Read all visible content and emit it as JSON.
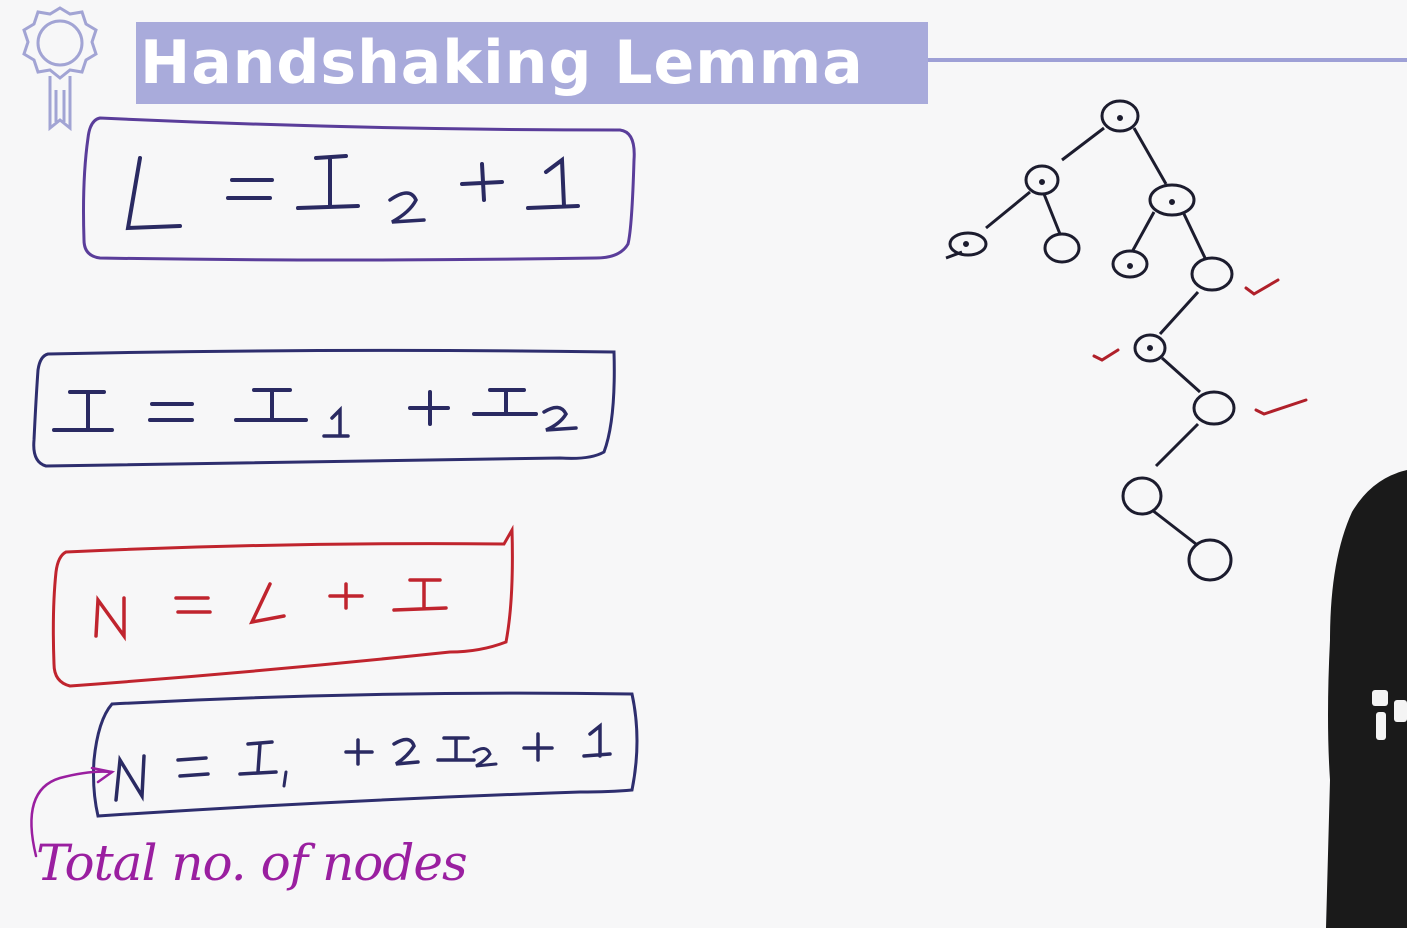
{
  "lesson": {
    "title": "Handshaking Lemma"
  },
  "formulas": [
    {
      "id": "leaves",
      "lhs": "L",
      "op": "=",
      "terms": [
        "I",
        "2",
        "+",
        "1"
      ],
      "box_color": "#5a3d9a"
    },
    {
      "id": "internal",
      "lhs": "I",
      "op": "=",
      "terms": [
        "I",
        "1",
        "+",
        "I",
        "2"
      ],
      "box_color": "#2e2e6e"
    },
    {
      "id": "nodes",
      "lhs": "N",
      "op": "=",
      "terms": [
        "L",
        "+",
        "I"
      ],
      "box_color": "#c0242e"
    },
    {
      "id": "nodes_expanded",
      "lhs": "N",
      "op": "=",
      "terms": [
        "I",
        "1",
        "+",
        "2",
        "I",
        "2",
        "+",
        "1"
      ],
      "box_color": "#2e2e6e"
    }
  ],
  "annotation": {
    "text": "Total no. of nodes",
    "color": "#9a1fa0"
  },
  "colors": {
    "ink": "#2a2a62",
    "check": "#b0202a",
    "banner": "#a9abdb"
  },
  "icons": [
    "badge-icon"
  ]
}
